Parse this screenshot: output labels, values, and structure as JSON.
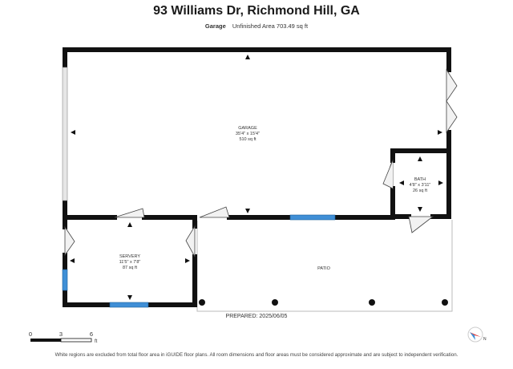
{
  "header": {
    "title": "93 Williams Dr, Richmond Hill, GA",
    "floor_label": "Garage",
    "area_text": "Unfinished Area 703.49 sq ft"
  },
  "rooms": {
    "garage": {
      "name": "GARAGE",
      "dims": "35'4\" x 15'4\"",
      "area": "510 sq ft"
    },
    "bath": {
      "name": "BATH",
      "dims": "4'8\" x 3'11\"",
      "area": "26 sq ft"
    },
    "servery": {
      "name": "SERVERY",
      "dims": "11'5\" x 7'8\"",
      "area": "87 sq ft"
    },
    "patio": {
      "name": "PATIO"
    }
  },
  "scale": {
    "labels": [
      "0",
      "3",
      "6"
    ],
    "unit": "ft"
  },
  "prepared": "PREPARED: 2025/06/05",
  "footer": "White regions are excluded from total floor area in iGUIDE floor plans. All room dimensions and floor areas must be considered approximate and are subject to independent verification.",
  "compass": {
    "letter": "N"
  },
  "colors": {
    "wall": "#111111",
    "window": "#3f8fd6",
    "line": "#bbbbbb"
  }
}
